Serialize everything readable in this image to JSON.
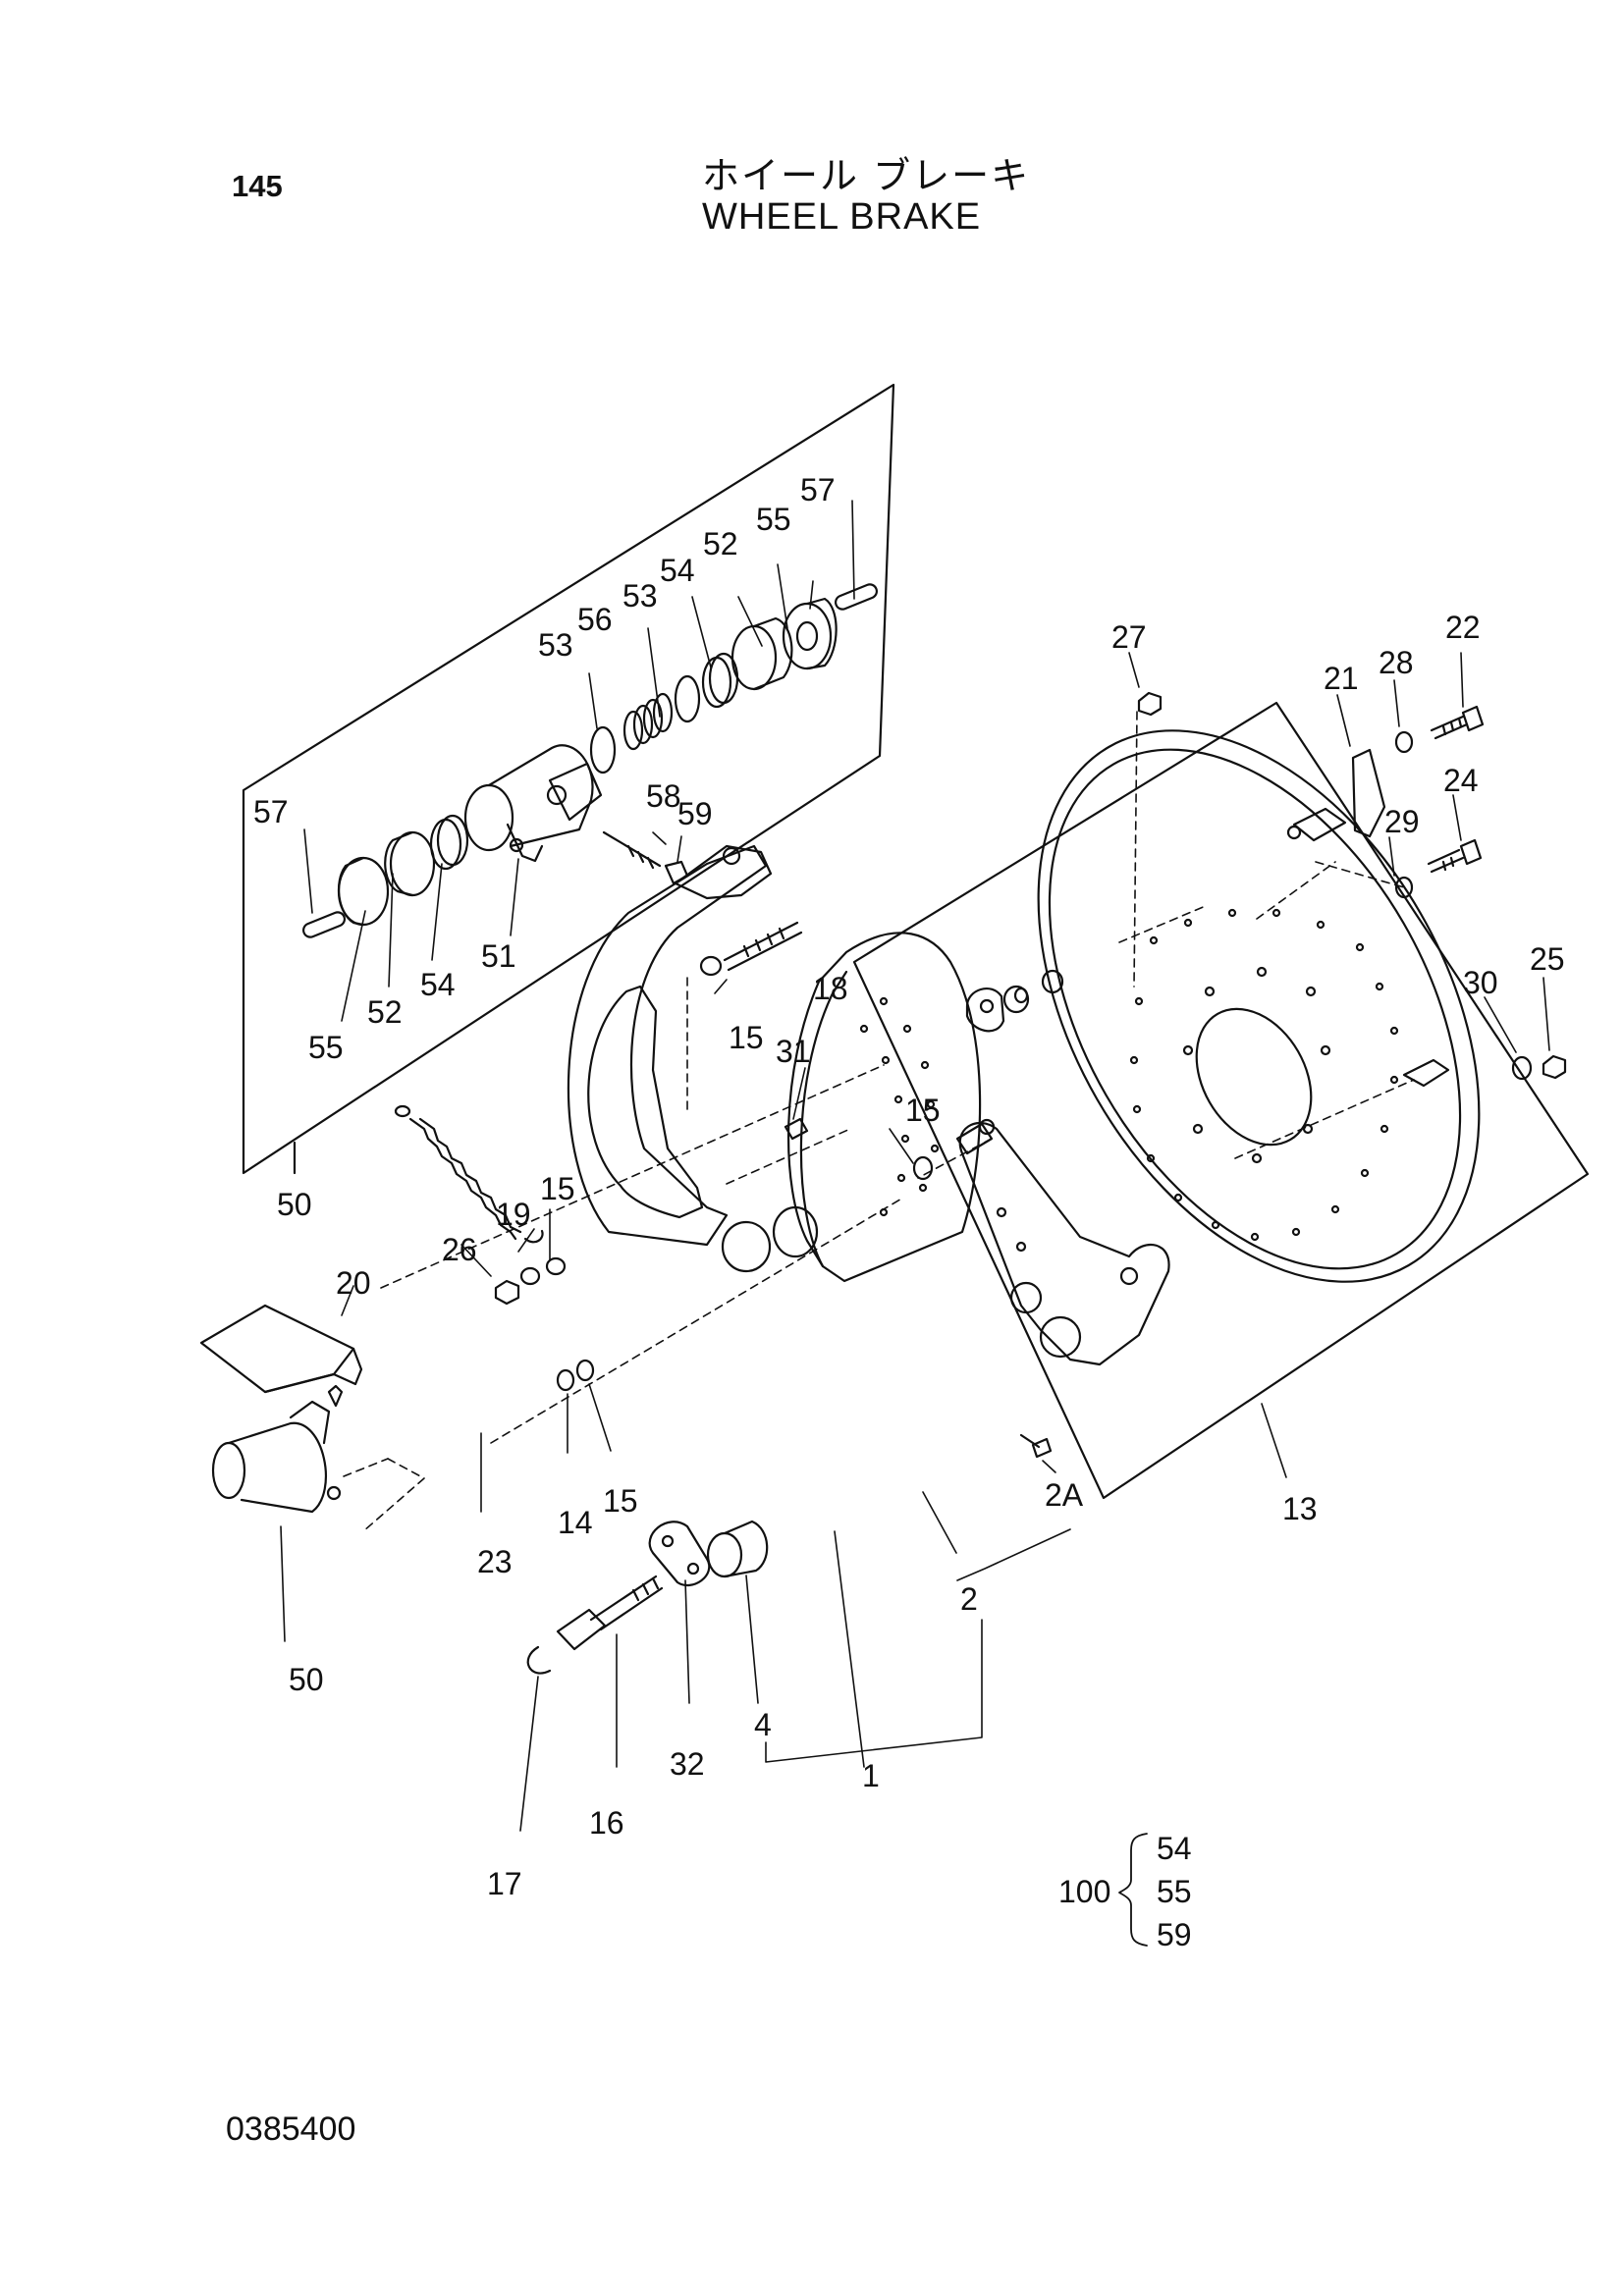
{
  "header": {
    "page_number": "145",
    "title_jp": "ホイール ブレーキ",
    "title_en": "WHEEL BRAKE"
  },
  "callouts": [
    {
      "id": "c57a",
      "label": "57"
    },
    {
      "id": "c55a",
      "label": "55"
    },
    {
      "id": "c52a",
      "label": "52"
    },
    {
      "id": "c54a",
      "label": "54"
    },
    {
      "id": "c53a",
      "label": "53"
    },
    {
      "id": "c56",
      "label": "56"
    },
    {
      "id": "c53b",
      "label": "53"
    },
    {
      "id": "c57b",
      "label": "57"
    },
    {
      "id": "c55b",
      "label": "55"
    },
    {
      "id": "c52b",
      "label": "52"
    },
    {
      "id": "c54b",
      "label": "54"
    },
    {
      "id": "c51",
      "label": "51"
    },
    {
      "id": "c58",
      "label": "58"
    },
    {
      "id": "c59",
      "label": "59"
    },
    {
      "id": "c50a",
      "label": "50"
    },
    {
      "id": "c18",
      "label": "18"
    },
    {
      "id": "c15a",
      "label": "15"
    },
    {
      "id": "c31",
      "label": "31"
    },
    {
      "id": "c15b",
      "label": "15"
    },
    {
      "id": "c15c",
      "label": "15"
    },
    {
      "id": "c19",
      "label": "19"
    },
    {
      "id": "c26",
      "label": "26"
    },
    {
      "id": "c20",
      "label": "20"
    },
    {
      "id": "c23",
      "label": "23"
    },
    {
      "id": "c14",
      "label": "14"
    },
    {
      "id": "c15d",
      "label": "15"
    },
    {
      "id": "c50b",
      "label": "50"
    },
    {
      "id": "c16",
      "label": "16"
    },
    {
      "id": "c17",
      "label": "17"
    },
    {
      "id": "c32",
      "label": "32"
    },
    {
      "id": "c4",
      "label": "4"
    },
    {
      "id": "c1",
      "label": "1"
    },
    {
      "id": "c2",
      "label": "2"
    },
    {
      "id": "c2A",
      "label": "2A"
    },
    {
      "id": "c13",
      "label": "13"
    },
    {
      "id": "c27",
      "label": "27"
    },
    {
      "id": "c21",
      "label": "21"
    },
    {
      "id": "c28",
      "label": "28"
    },
    {
      "id": "c22",
      "label": "22"
    },
    {
      "id": "c29",
      "label": "29"
    },
    {
      "id": "c24",
      "label": "24"
    },
    {
      "id": "c30",
      "label": "30"
    },
    {
      "id": "c25",
      "label": "25"
    }
  ],
  "kit": {
    "label": "100",
    "items": [
      "54",
      "55",
      "59"
    ]
  },
  "footer": {
    "doc_code": "0385400"
  }
}
